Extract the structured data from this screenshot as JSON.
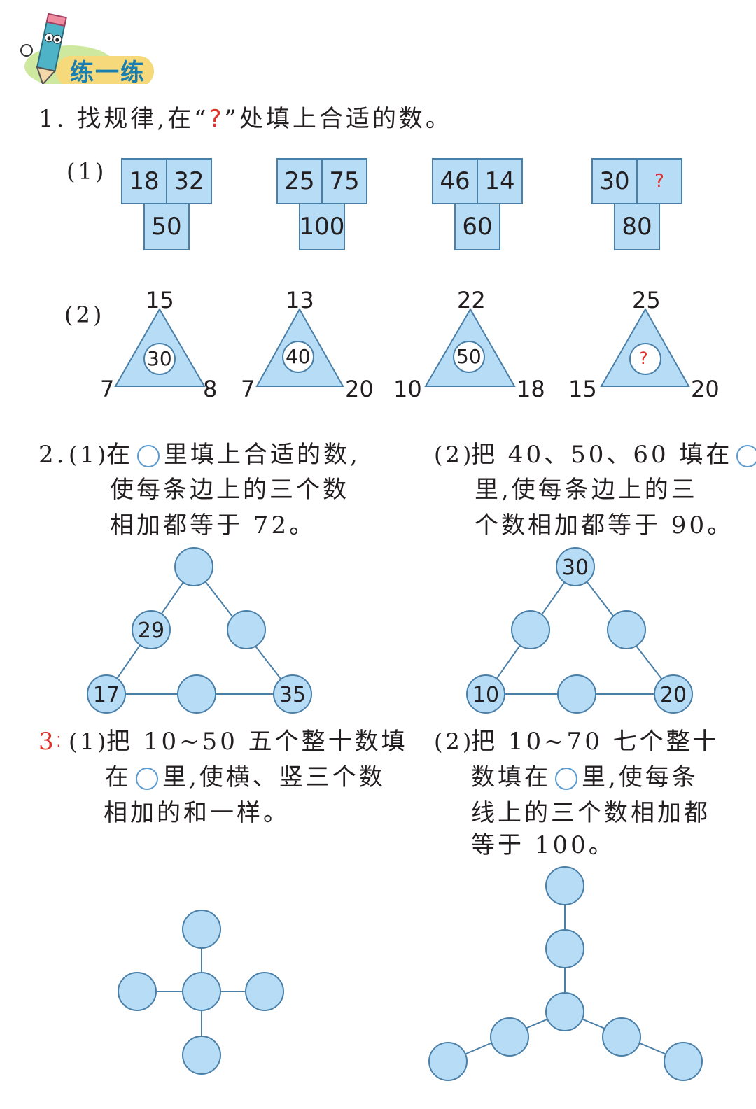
{
  "header": {
    "badge_text": "练一练"
  },
  "q1": {
    "text_before": "1. 找规律,在“",
    "mark": "?",
    "text_after": "”处填上合适的数。",
    "part1_label": "(1)",
    "part2_label": "(2)",
    "boxes": [
      {
        "a": "18",
        "b": "32",
        "sum": "50"
      },
      {
        "a": "25",
        "b": "75",
        "sum": "100"
      },
      {
        "a": "46",
        "b": "14",
        "sum": "60"
      },
      {
        "a": "30",
        "b": "?",
        "sum": "80"
      }
    ],
    "triangles": [
      {
        "top": "15",
        "left": "7",
        "right": "8",
        "center": "30"
      },
      {
        "top": "13",
        "left": "7",
        "right": "20",
        "center": "40"
      },
      {
        "top": "22",
        "left": "10",
        "right": "18",
        "center": "50"
      },
      {
        "top": "25",
        "left": "15",
        "right": "20",
        "center": "?"
      }
    ]
  },
  "q2": {
    "number": "2.",
    "p1": {
      "label": "(1)",
      "line1a": "在",
      "line1b": "里填上合适的数,",
      "line2": "使每条边上的三个数",
      "line3": "相加都等于 72。"
    },
    "p2": {
      "label": "(2)",
      "line1": "把 40、50、60 填在",
      "line2": "里,使每条边上的三",
      "line3": "个数相加都等于 90。"
    },
    "tri1": {
      "left_mid": "29",
      "bottom_left": "17",
      "bottom_right": "35"
    },
    "tri2": {
      "top": "30",
      "bottom_left": "10",
      "bottom_right": "20"
    }
  },
  "q3": {
    "number": "3",
    "p1": {
      "label": "(1)",
      "line1": "把 10~50 五个整十数填",
      "line2a": "在",
      "line2b": "里,使横、竖三个数",
      "line3": "相加的和一样。"
    },
    "p2": {
      "label": "(2)",
      "line1": "把 10~70 七个整十",
      "line2a": "数填在",
      "line2b": "里,使每条",
      "line3": "线上的三个数相加都",
      "line4": "等于 100。"
    }
  },
  "colors": {
    "fill": "#b7dcf5",
    "stroke": "#4a7fa8",
    "accent_red": "#e0302a",
    "badge_yellow": "#f6d97a"
  }
}
